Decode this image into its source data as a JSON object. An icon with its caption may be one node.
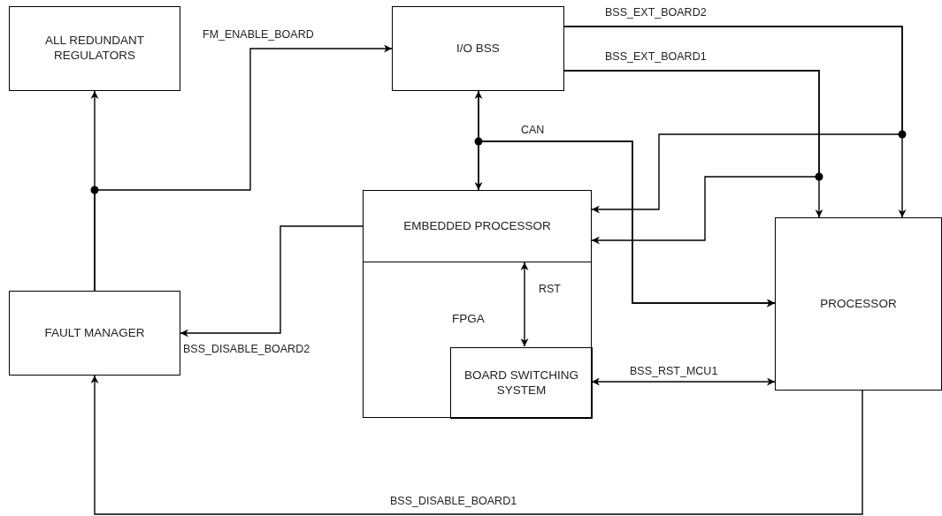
{
  "diagram": {
    "nodes": [
      {
        "text": [
          "ALL REDUNDANT REGULATORS"
        ]
      },
      {
        "text": [
          "I/O BSS"
        ]
      },
      {
        "text": [
          "EMBEDDED PROCESSOR"
        ]
      },
      {
        "text": [
          "FPGA"
        ]
      },
      {
        "text": [
          "BOARD SWITCHING SYSTEM"
        ],
        "in": 3
      },
      {
        "text": [
          "FAULT MANAGER"
        ]
      },
      {
        "text": [
          "PROCESSOR"
        ]
      }
    ],
    "edges": [
      {
        "from": 5,
        "to": 0,
        "arrow": "to"
      },
      {
        "from": 5,
        "to": 1,
        "arrow": "to",
        "label": "FM_ENABLE_BOARD"
      },
      {
        "from": 1,
        "to": 2,
        "arrow": "both"
      },
      {
        "from": 1,
        "to": 6,
        "arrow": "to",
        "label": "CAN"
      },
      {
        "from": 2,
        "to": 6,
        "arrow": "to"
      },
      {
        "from": 1,
        "to": 6,
        "arrow": "to",
        "label": "BSS_EXT_BOARD2"
      },
      {
        "from": 1,
        "to": 2,
        "arrow": "to"
      },
      {
        "from": 1,
        "to": 6,
        "arrow": "to",
        "label": "BSS_EXT_BOARD1"
      },
      {
        "from": 1,
        "to": 2,
        "arrow": "to"
      },
      {
        "from": 2,
        "to": 5,
        "arrow": "to",
        "label": "BSS_DISABLE_BOARD2"
      },
      {
        "from": 2,
        "to": 4,
        "arrow": "both",
        "label": "RST"
      },
      {
        "from": 4,
        "to": 6,
        "arrow": "both",
        "label": "BSS_RST_MCU1"
      },
      {
        "from": 6,
        "to": 5,
        "arrow": "to",
        "label": "BSS_DISABLE_BOARD1"
      }
    ]
  }
}
